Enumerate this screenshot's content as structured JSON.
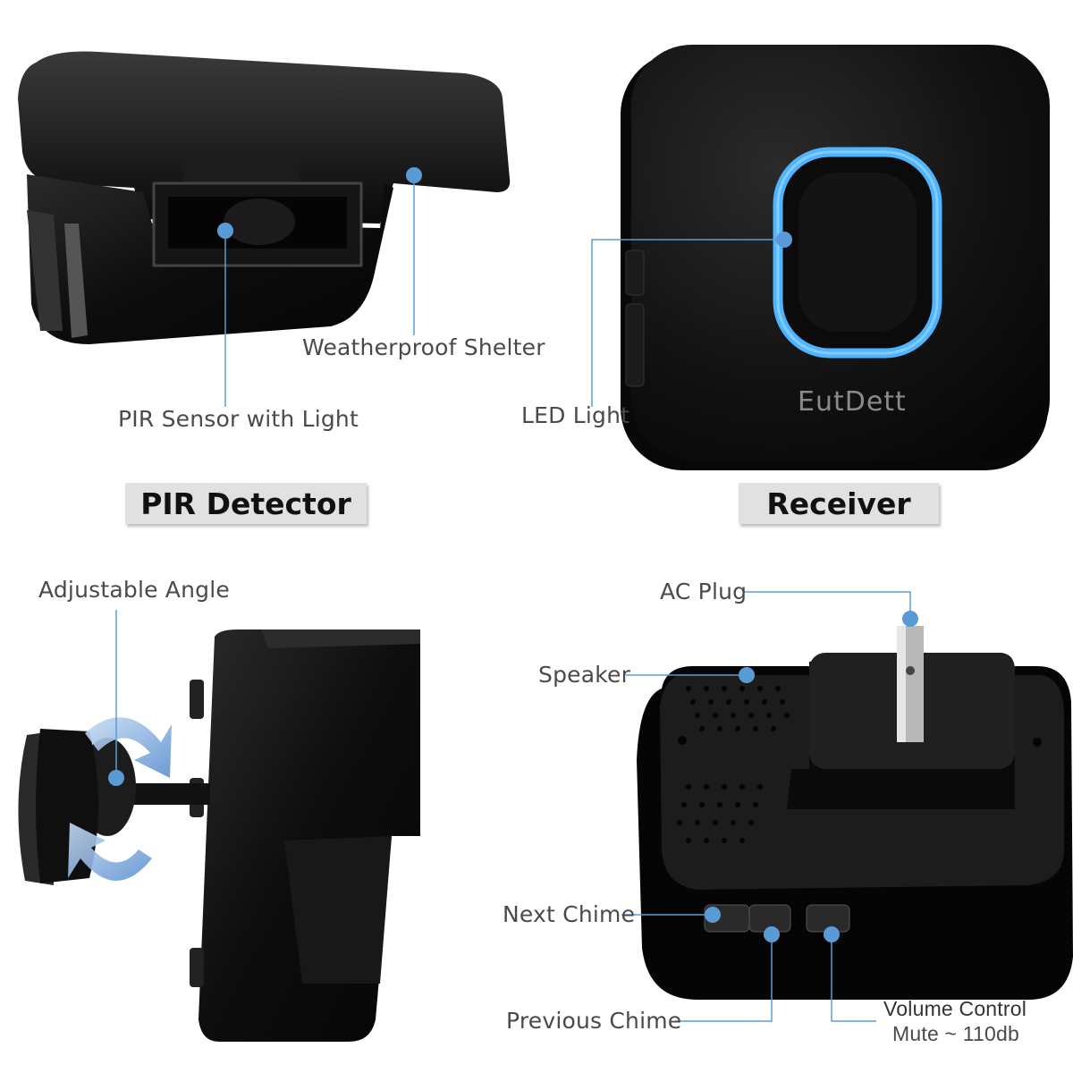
{
  "colors": {
    "accent": "#5b9bd5",
    "led": "#4fb4ff",
    "device": "#111111",
    "title_bg": "#e1e1e1"
  },
  "pir_panel": {
    "title": "PIR Detector",
    "labels": {
      "weatherproof": "Weatherproof Shelter",
      "pir_sensor": "PIR Sensor with Light",
      "adjustable": "Adjustable Angle"
    }
  },
  "receiver_panel": {
    "title": "Receiver",
    "brand": "EutDett",
    "labels": {
      "led": "LED Light",
      "ac_plug": "AC Plug",
      "speaker": "Speaker",
      "next_chime": "Next Chime",
      "previous_chime": "Previous Chime",
      "volume_title": "Volume Control",
      "volume_range": "Mute ~ 110db"
    }
  },
  "icons": [
    "rotate-arrow-icon",
    "led-ring-icon",
    "callout-dot-icon"
  ]
}
